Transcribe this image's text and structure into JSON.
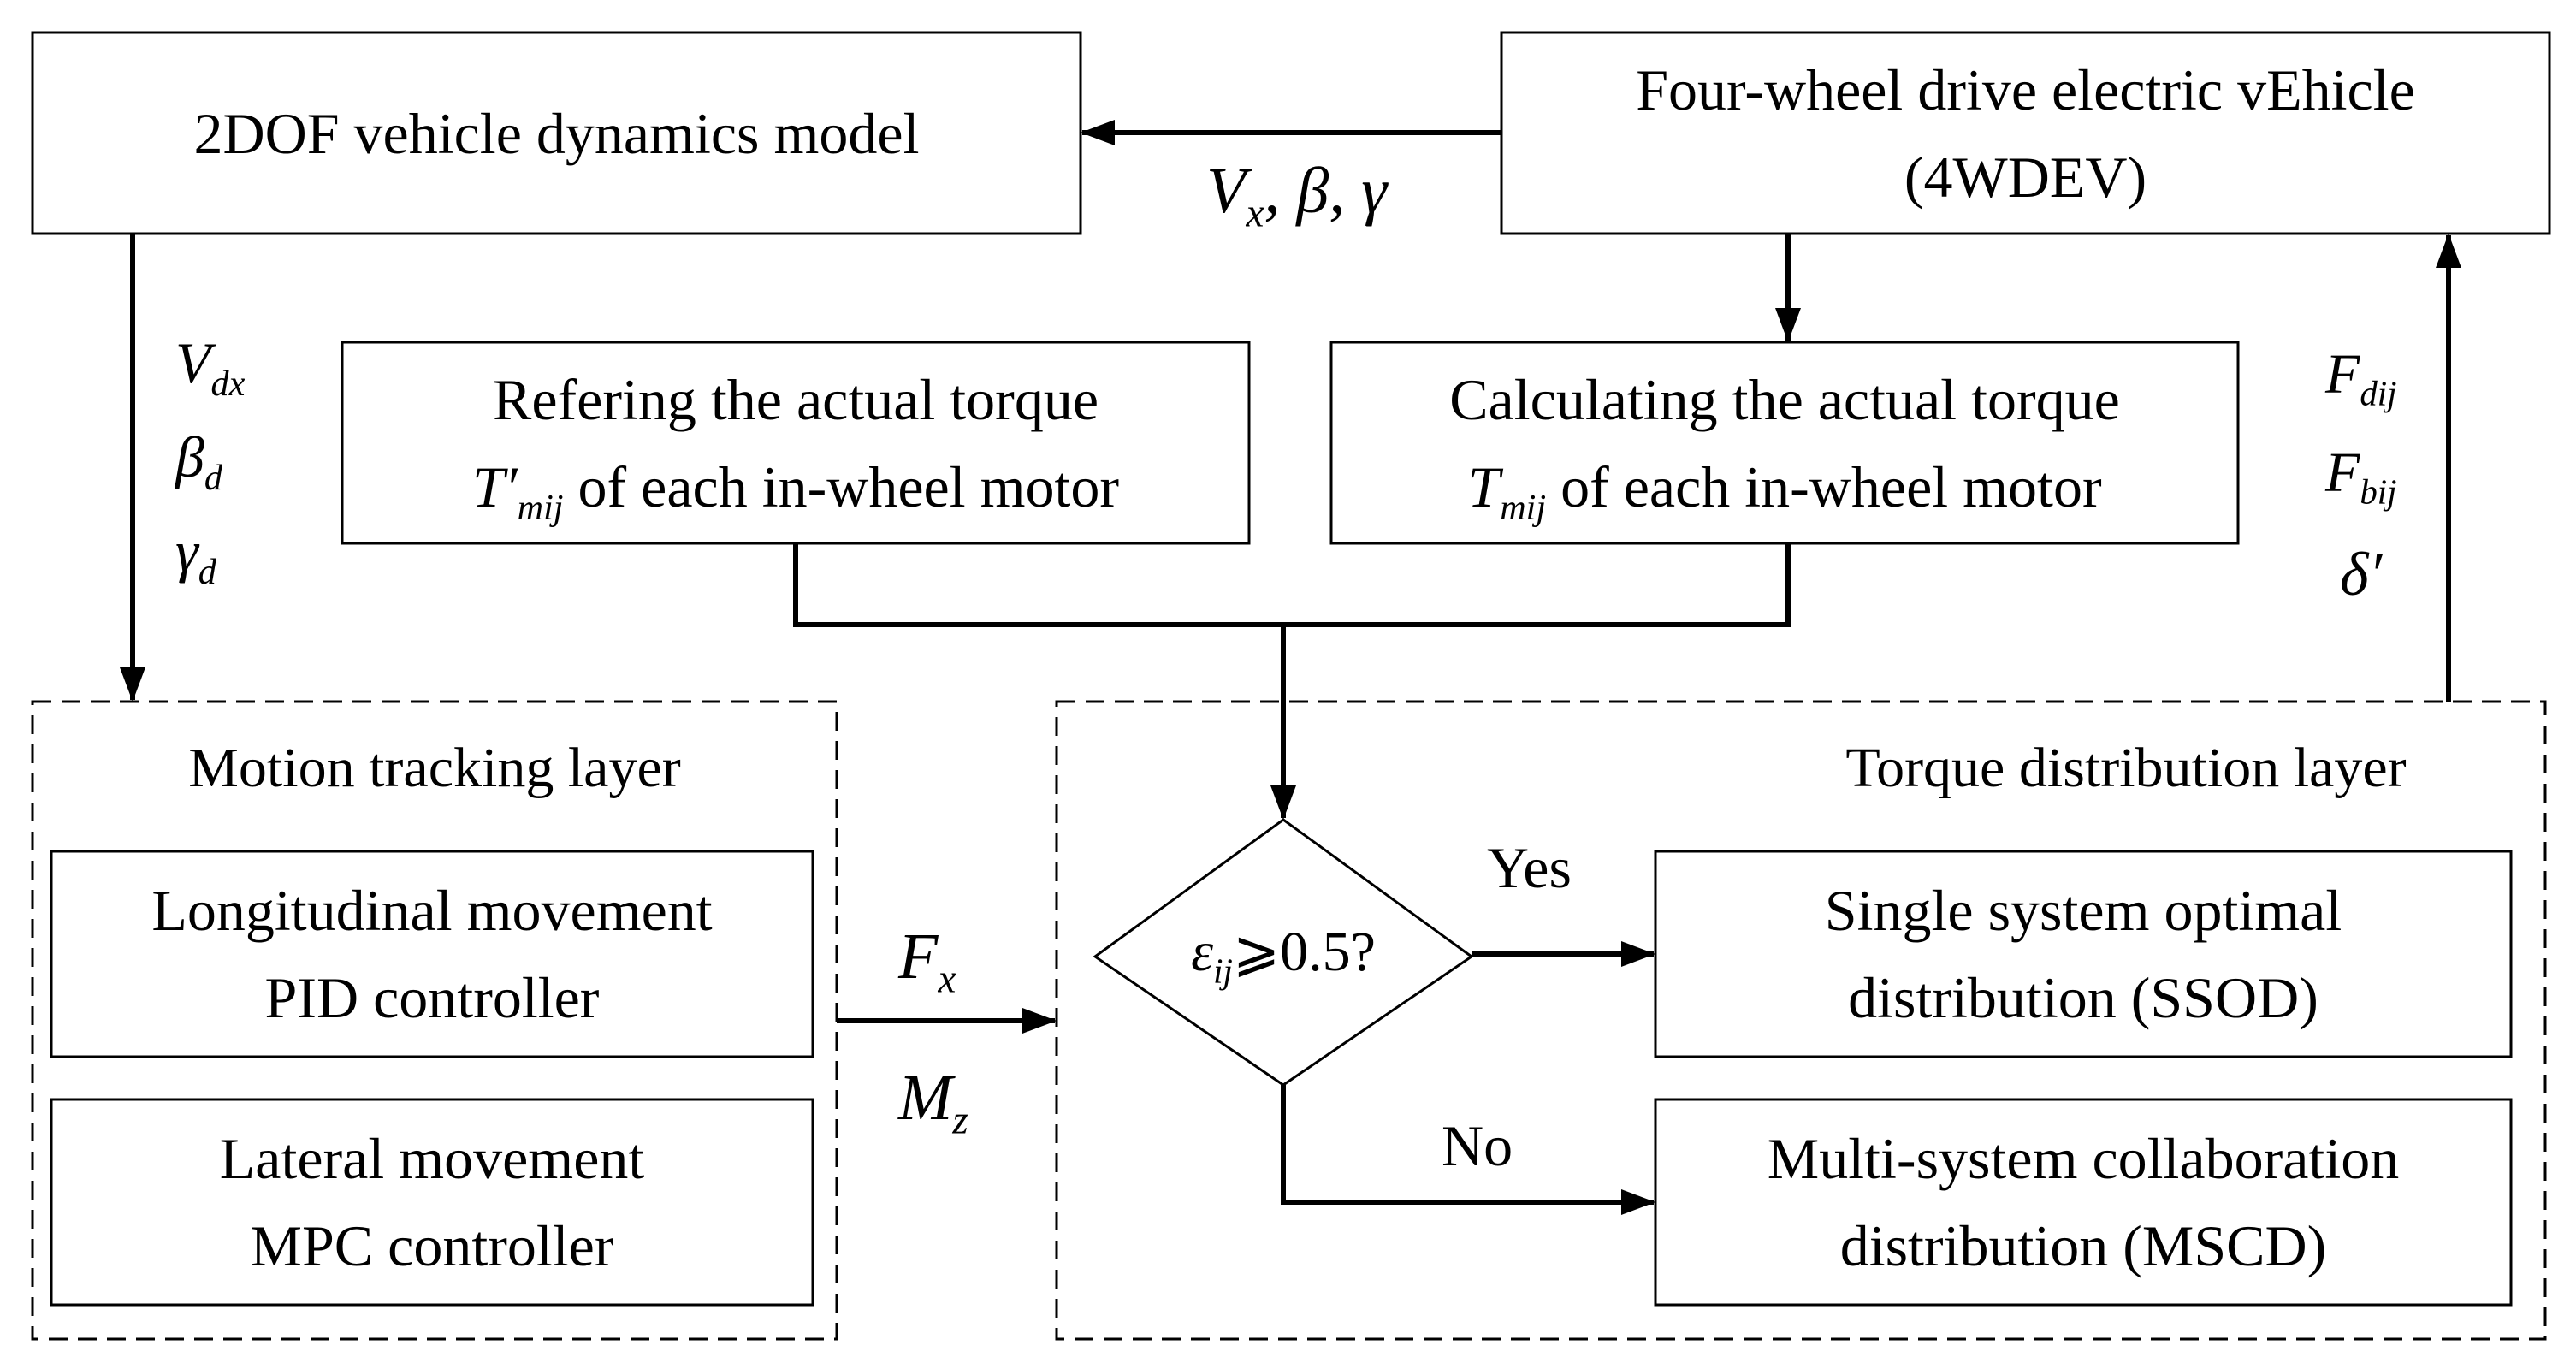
{
  "boxes": {
    "model": {
      "label": "2DOF vehicle dynamics model"
    },
    "vehicle": {
      "line1": "Four-wheel drive electric vEhicle",
      "line2": "(4WDEV)"
    },
    "refer": {
      "line1": "Refering the actual torque",
      "line2_sym": "T′",
      "line2_sub": "mij",
      "line2_rest": " of each in-wheel motor"
    },
    "calc": {
      "line1": "Calculating the actual torque",
      "line2_sym": "T",
      "line2_sub": "mij",
      "line2_rest": " of each in-wheel motor"
    },
    "motion_layer": {
      "title": "Motion tracking layer"
    },
    "pid": {
      "line1": "Longitudinal movement",
      "line2": "PID controller"
    },
    "mpc": {
      "line1": "Lateral movement",
      "line2": "MPC controller"
    },
    "torque_layer": {
      "title": "Torque distribution layer"
    },
    "decision": {
      "sym": "ε",
      "sub": "ij",
      "rest": "⩾0.5?"
    },
    "ssod": {
      "line1": "Single system optimal",
      "line2": "distribution (SSOD)"
    },
    "mscd": {
      "line1": "Multi-system collaboration",
      "line2": "distribution (MSCD)"
    }
  },
  "labels": {
    "state": {
      "v": "V",
      "v_sub": "x",
      "rest": ", β, γ"
    },
    "desired": {
      "v": "V",
      "v_sub": "dx",
      "beta": "β",
      "beta_sub": "d",
      "gamma": "γ",
      "gamma_sub": "d"
    },
    "forces": {
      "fd": "F",
      "fd_sub": "dij",
      "fb": "F",
      "fb_sub": "bij",
      "delta": "δ′"
    },
    "control": {
      "fx": "F",
      "fx_sub": "x",
      "mz": "M",
      "mz_sub": "z"
    },
    "yes": "Yes",
    "no": "No"
  }
}
